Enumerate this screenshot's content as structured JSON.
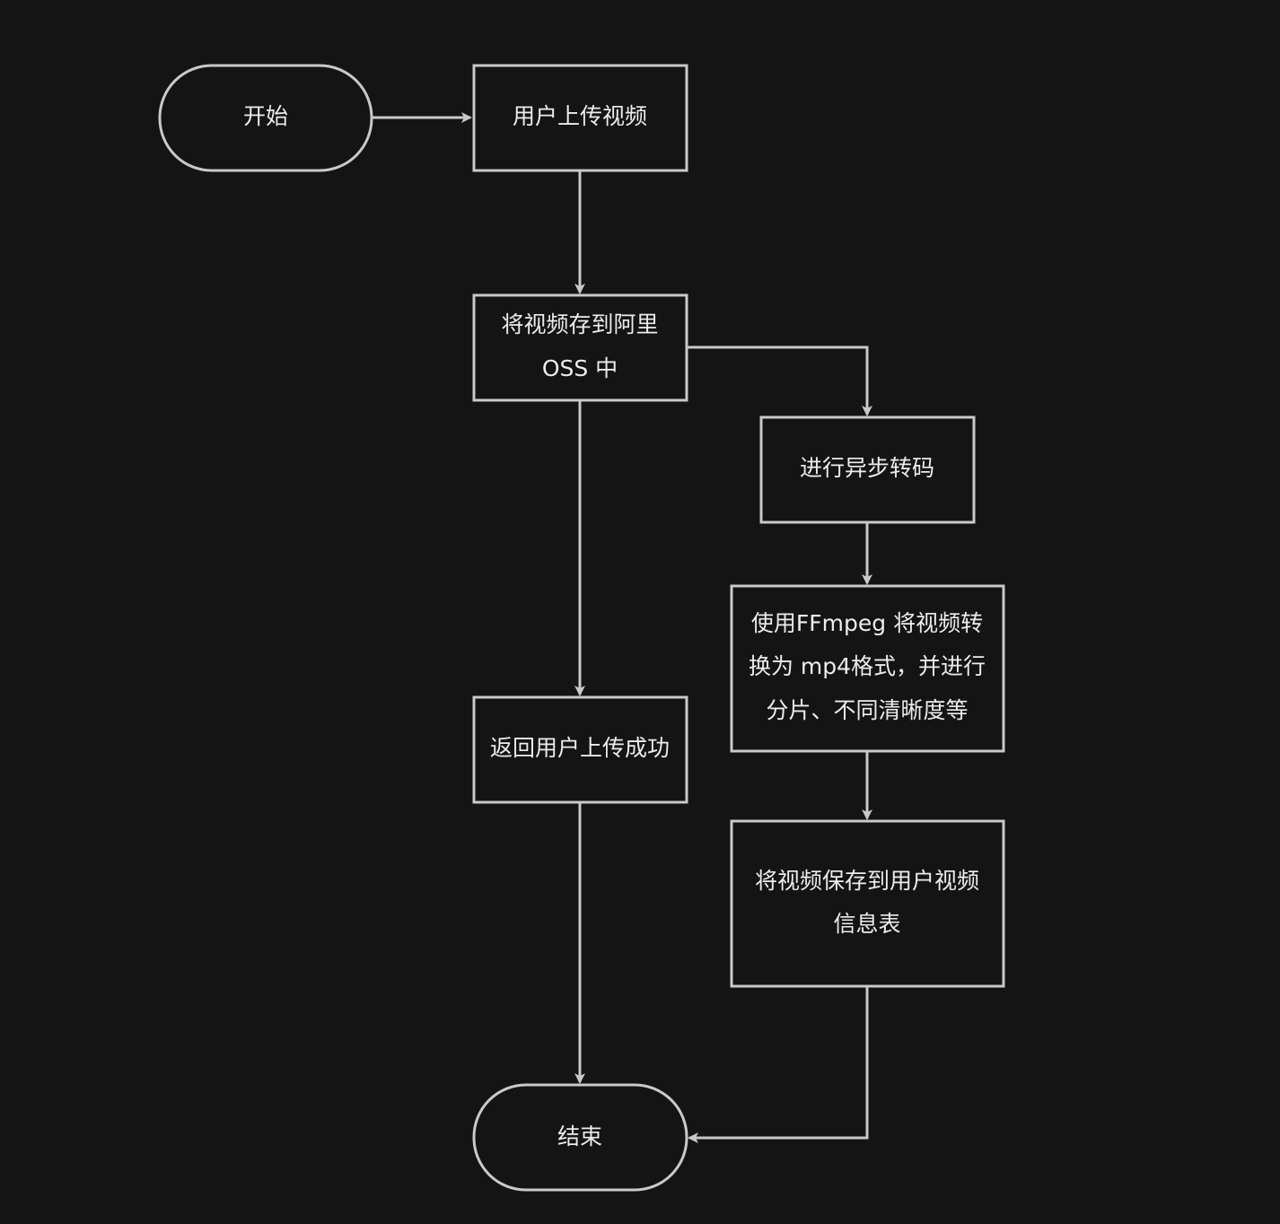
{
  "nodes": {
    "start": {
      "lines": [
        "开始"
      ]
    },
    "upload": {
      "lines": [
        "用户上传视频"
      ]
    },
    "oss": {
      "lines": [
        "将视频存到阿里",
        "OSS 中"
      ]
    },
    "transcode": {
      "lines": [
        "进行异步转码"
      ]
    },
    "ffmpeg": {
      "lines": [
        "使用FFmpeg 将视频转",
        "换为 mp4格式，并进行",
        "分片、不同清晰度等"
      ]
    },
    "save": {
      "lines": [
        "将视频保存到用户视频",
        "信息表"
      ]
    },
    "return": {
      "lines": [
        "返回用户上传成功"
      ]
    },
    "end": {
      "lines": [
        "结束"
      ]
    }
  },
  "colors": {
    "background": "#141414",
    "stroke": "#c9c9c9",
    "text": "#ececec"
  }
}
